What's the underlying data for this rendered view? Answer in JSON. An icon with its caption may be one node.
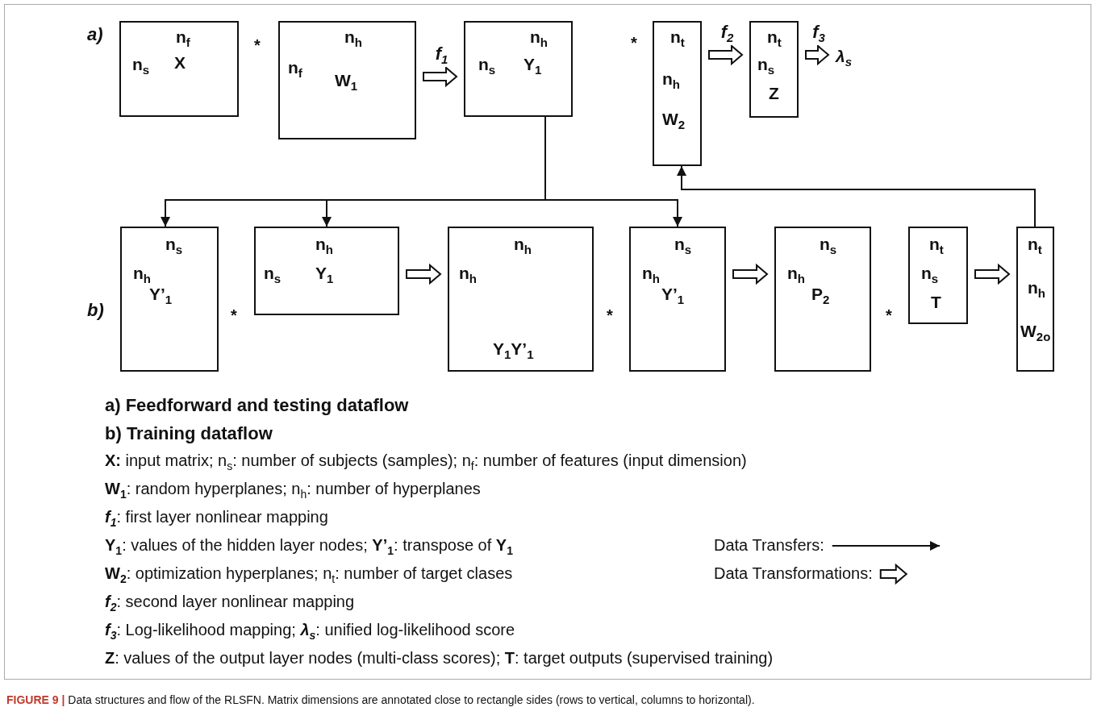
{
  "diagram": {
    "caption": "**FIGURE 9 |** Data structures and flow of the RLSFN. Matrix dimensions are annotated close to rectangle sides (rows to vertical, columns to horizontal).",
    "nodes": [
      {
        "text": [
          "n$_{f}$",
          "n$_{s}$",
          "X"
        ]
      },
      {
        "text": [
          "n$_{h}$",
          "n$_{f}$",
          "W$_{1}$"
        ]
      },
      {
        "text": [
          "n$_{h}$",
          "n$_{s}$",
          "Y$_{1}$"
        ]
      },
      {
        "text": [
          "n$_{t}$",
          "n$_{h}$",
          "W$_{2}$"
        ]
      },
      {
        "text": [
          "n$_{t}$",
          "n$_{s}$",
          "Z"
        ]
      },
      {
        "text": [
          "λ$_{s}$"
        ]
      },
      {
        "text": [
          "n$_{s}$",
          "n$_{h}$",
          "Y’$_{1}$"
        ]
      },
      {
        "text": [
          "n$_{h}$",
          "n$_{s}$",
          "Y$_{1}$"
        ]
      },
      {
        "text": [
          "n$_{h}$",
          "n$_{h}$",
          "Y$_{1}$Y’$_{1}$"
        ]
      },
      {
        "text": [
          "n$_{s}$",
          "n$_{h}$",
          "Y’$_{1}$"
        ]
      },
      {
        "text": [
          "n$_{s}$",
          "n$_{h}$",
          "P$_{2}$"
        ]
      },
      {
        "text": [
          "n$_{t}$",
          "n$_{s}$",
          "T"
        ]
      },
      {
        "text": [
          "n$_{t}$",
          "n$_{h}$",
          "W$_{2o}$"
        ]
      }
    ],
    "edges": [
      {
        "from": 1,
        "to": 2,
        "arrow": "to",
        "label": "f$_{1}$",
        "style": "thick"
      },
      {
        "from": 3,
        "to": 4,
        "arrow": "to",
        "label": "f$_{2}$",
        "style": "thick"
      },
      {
        "from": 4,
        "to": 5,
        "arrow": "to",
        "label": "f$_{3}$",
        "style": "thick"
      },
      {
        "from": 2,
        "to": 6,
        "arrow": "to"
      },
      {
        "from": 2,
        "to": 7,
        "arrow": "to"
      },
      {
        "from": 2,
        "to": 9,
        "arrow": "to"
      },
      {
        "from": 7,
        "to": 8,
        "arrow": "to",
        "style": "thick"
      },
      {
        "from": 9,
        "to": 10,
        "arrow": "to",
        "style": "thick"
      },
      {
        "from": 11,
        "to": 12,
        "arrow": "to",
        "style": "thick"
      },
      {
        "from": 12,
        "to": 3,
        "arrow": "to"
      }
    ],
    "labels": [
      "a)",
      "*",
      "*",
      "b)",
      "*",
      "*",
      "*",
      "a) Feedforward and testing dataflow",
      "b) Training dataflow",
      "**X:** input matrix; n$_{s}$: number of subjects (samples); n$_{f}$: number of features (input dimension)",
      "**W$_{1}$**: random hyperplanes; n$_{h}$: number of hyperplanes",
      "*f$_{1}$*: first layer nonlinear mapping",
      "**Y$_{1}$**: values of the hidden layer nodes; **Y’$_{1}$**: transpose of **Y$_{1}$**",
      "**W$_{2}$**: optimization hyperplanes; n$_{t}$: number of target clases",
      "*f$_{2}$*: second layer nonlinear mapping",
      "*f$_{3}$*: Log-likelihood mapping; *λ$_{s}$*: unified log-likelihood score",
      "**Z**: values of the output layer nodes (multi-class scores); **T**: target outputs (supervised training)"
    ],
    "legend": [
      {
        "text": "Data Transfers:"
      },
      {
        "text": "Data Transformations:"
      }
    ]
  }
}
